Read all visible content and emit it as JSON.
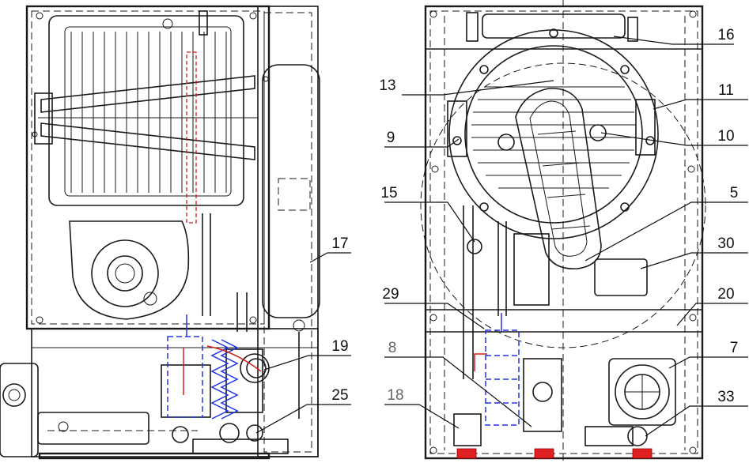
{
  "callouts": {
    "c16": "16",
    "c13": "13",
    "c11": "11",
    "c9": "9",
    "c10": "10",
    "c15": "15",
    "c5": "5",
    "c17": "17",
    "c30": "30",
    "c29": "29",
    "c20": "20",
    "c19": "19",
    "c8": "8",
    "c7": "7",
    "c25": "25",
    "c18": "18",
    "c33": "33"
  },
  "colors": {
    "outline": "#1a1a1a",
    "water_path": "#2233dd",
    "gas_path": "#d61c1c",
    "label_grey": "#666666"
  }
}
